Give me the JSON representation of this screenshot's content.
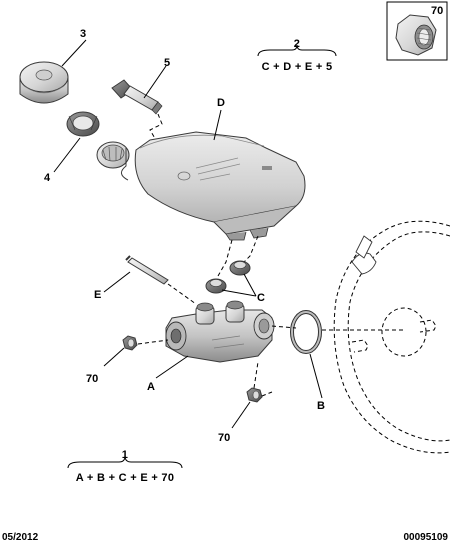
{
  "callouts": {
    "c3": "3",
    "c4": "4",
    "c5": "5",
    "cD": "D",
    "cE": "E",
    "cC": "C",
    "c70_left": "70",
    "c70_bottom": "70",
    "cA": "A",
    "cB": "B"
  },
  "assemblies": {
    "a2": {
      "number": "2",
      "formula": "C + D + E + 5"
    },
    "a1": {
      "number": "1",
      "formula": "A + B + C + E + 70"
    }
  },
  "inset": {
    "label": "70"
  },
  "footer": {
    "date": "05/2012",
    "ref": "00095109"
  }
}
